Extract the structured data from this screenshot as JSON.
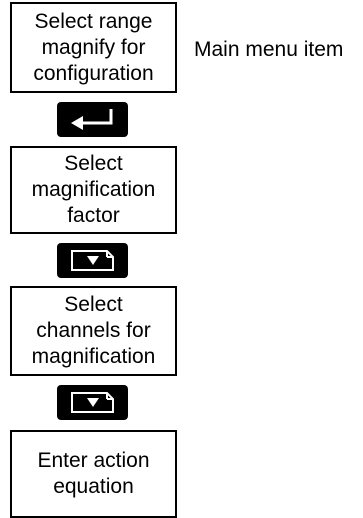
{
  "steps": [
    {
      "text": "Select range\nmagnify for\nconfiguration",
      "side_label": "Main menu item"
    },
    {
      "text": "Select\nmagnification\nfactor"
    },
    {
      "text": "Select\nchannels for\nmagnification"
    },
    {
      "text": "Enter action\nequation"
    }
  ],
  "keys": [
    {
      "icon": "enter-key-icon"
    },
    {
      "icon": "page-down-key-icon"
    },
    {
      "icon": "page-down-key-icon"
    }
  ]
}
